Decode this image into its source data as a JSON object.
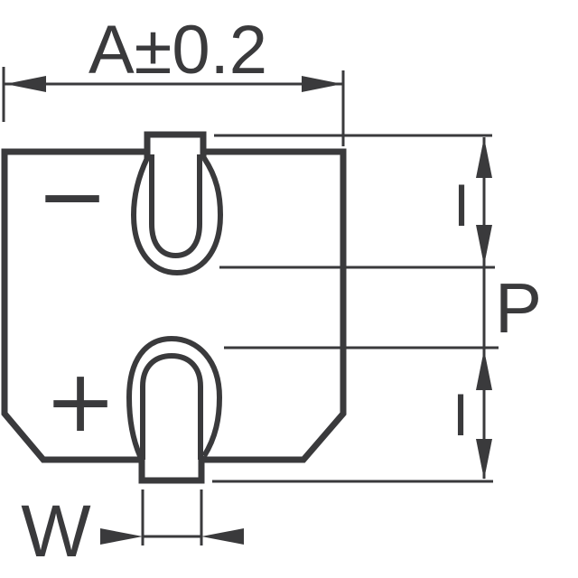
{
  "diagram": {
    "colors": {
      "stroke": "#3a3a3c",
      "background": "#ffffff"
    },
    "dimensions": {
      "a_label": "A±0.2",
      "i_top_label": "I",
      "p_label": "P",
      "i_bottom_label": "I",
      "w_label": "W"
    },
    "polarity": {
      "negative": "−",
      "positive": "+"
    }
  }
}
